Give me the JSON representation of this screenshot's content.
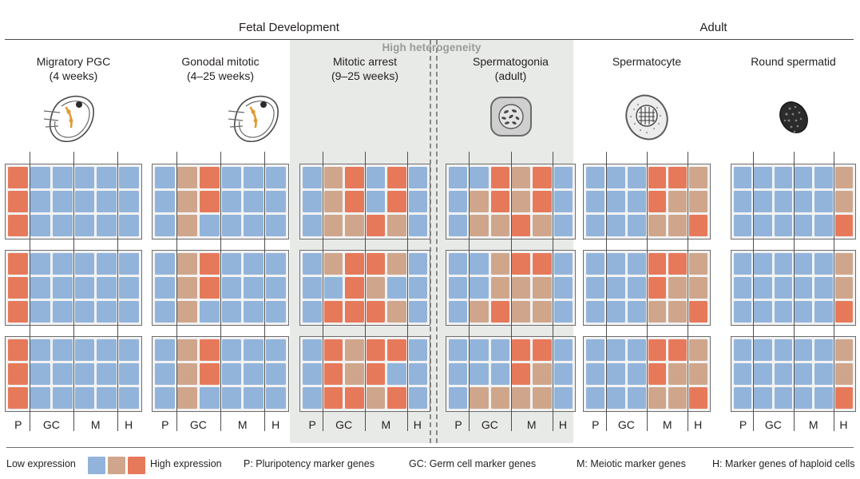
{
  "eras": [
    {
      "label": "Fetal Development"
    },
    {
      "label": "Adult"
    }
  ],
  "heterogeneity_note": "High heterogeneity",
  "stages": [
    {
      "name": "Migratory PGC",
      "detail": "(4 weeks)",
      "icon": "embryo-icon"
    },
    {
      "name": "Gonodal mitotic",
      "detail": "(4–25 weeks)",
      "icon": "embryo-icon"
    },
    {
      "name": "Mitotic arrest",
      "detail": "(9–25 weeks)",
      "icon": "none"
    },
    {
      "name": "Spermatogonia",
      "detail": "(adult)",
      "icon": "spermatogonia-cell-icon"
    },
    {
      "name": "Spermatocyte",
      "detail": "",
      "icon": "spermatocyte-cell-icon"
    },
    {
      "name": "Round spermatid",
      "detail": "",
      "icon": "round-spermatid-cell-icon"
    }
  ],
  "axis_labels": [
    "P",
    "GC",
    "M",
    "H"
  ],
  "colors": {
    "low": "#92b4db",
    "mid": "#cfa68b",
    "high": "#e7795b",
    "grid_border": "#6d6d6d",
    "grid_bg": "#f2f2f2",
    "band": "#e8eae7",
    "note": "#9a9a9a"
  },
  "legend": {
    "low_label": "Low expression",
    "high_label": "High expression",
    "keys": [
      "P: Pluripotency marker genes",
      "GC: Germ cell marker genes",
      "M: Meiotic marker genes",
      "H: Marker genes of haploid cells"
    ]
  },
  "chart_data": {
    "type": "heatmap",
    "title": "",
    "xlabel": "",
    "ylabel": "",
    "legend_position": "bottom",
    "value_scale": [
      "low",
      "mid",
      "high"
    ],
    "column_groups": [
      {
        "label": "P",
        "columns": [
          0
        ]
      },
      {
        "label": "GC",
        "columns": [
          1,
          2
        ]
      },
      {
        "label": "M",
        "columns": [
          3,
          4
        ]
      },
      {
        "label": "H",
        "columns": [
          5
        ]
      }
    ],
    "replicate_blocks": 3,
    "rows_per_block": 3,
    "columns_per_block": 6,
    "panels": [
      {
        "stage": "Migratory PGC",
        "blocks": [
          [
            [
              "high",
              "low",
              "low",
              "low",
              "low",
              "low"
            ],
            [
              "high",
              "low",
              "low",
              "low",
              "low",
              "low"
            ],
            [
              "high",
              "low",
              "low",
              "low",
              "low",
              "low"
            ]
          ],
          [
            [
              "high",
              "low",
              "low",
              "low",
              "low",
              "low"
            ],
            [
              "high",
              "low",
              "low",
              "low",
              "low",
              "low"
            ],
            [
              "high",
              "low",
              "low",
              "low",
              "low",
              "low"
            ]
          ],
          [
            [
              "high",
              "low",
              "low",
              "low",
              "low",
              "low"
            ],
            [
              "high",
              "low",
              "low",
              "low",
              "low",
              "low"
            ],
            [
              "high",
              "low",
              "low",
              "low",
              "low",
              "low"
            ]
          ]
        ]
      },
      {
        "stage": "Gonodal mitotic",
        "blocks": [
          [
            [
              "low",
              "mid",
              "high",
              "low",
              "low",
              "low"
            ],
            [
              "low",
              "mid",
              "high",
              "low",
              "low",
              "low"
            ],
            [
              "low",
              "mid",
              "low",
              "low",
              "low",
              "low"
            ]
          ],
          [
            [
              "low",
              "mid",
              "high",
              "low",
              "low",
              "low"
            ],
            [
              "low",
              "mid",
              "high",
              "low",
              "low",
              "low"
            ],
            [
              "low",
              "mid",
              "low",
              "low",
              "low",
              "low"
            ]
          ],
          [
            [
              "low",
              "mid",
              "high",
              "low",
              "low",
              "low"
            ],
            [
              "low",
              "mid",
              "high",
              "low",
              "low",
              "low"
            ],
            [
              "low",
              "mid",
              "low",
              "low",
              "low",
              "low"
            ]
          ]
        ]
      },
      {
        "stage": "Mitotic arrest",
        "blocks": [
          [
            [
              "low",
              "mid",
              "high",
              "low",
              "high",
              "low"
            ],
            [
              "low",
              "mid",
              "high",
              "low",
              "high",
              "low"
            ],
            [
              "low",
              "mid",
              "mid",
              "high",
              "mid",
              "low"
            ]
          ],
          [
            [
              "low",
              "mid",
              "high",
              "high",
              "mid",
              "low"
            ],
            [
              "low",
              "low",
              "high",
              "mid",
              "low",
              "low"
            ],
            [
              "low",
              "high",
              "high",
              "high",
              "mid",
              "low"
            ]
          ],
          [
            [
              "low",
              "high",
              "mid",
              "high",
              "high",
              "low"
            ],
            [
              "low",
              "high",
              "mid",
              "high",
              "low",
              "low"
            ],
            [
              "low",
              "high",
              "high",
              "mid",
              "high",
              "low"
            ]
          ]
        ]
      },
      {
        "stage": "Spermatogonia",
        "blocks": [
          [
            [
              "low",
              "low",
              "high",
              "mid",
              "high",
              "low"
            ],
            [
              "low",
              "mid",
              "high",
              "mid",
              "high",
              "low"
            ],
            [
              "low",
              "mid",
              "mid",
              "high",
              "mid",
              "low"
            ]
          ],
          [
            [
              "low",
              "low",
              "mid",
              "high",
              "high",
              "low"
            ],
            [
              "low",
              "low",
              "mid",
              "mid",
              "mid",
              "low"
            ],
            [
              "low",
              "mid",
              "high",
              "mid",
              "mid",
              "low"
            ]
          ],
          [
            [
              "low",
              "low",
              "low",
              "high",
              "high",
              "low"
            ],
            [
              "low",
              "low",
              "low",
              "high",
              "mid",
              "low"
            ],
            [
              "low",
              "mid",
              "mid",
              "mid",
              "mid",
              "low"
            ]
          ]
        ]
      },
      {
        "stage": "Spermatocyte",
        "blocks": [
          [
            [
              "low",
              "low",
              "low",
              "high",
              "high",
              "mid"
            ],
            [
              "low",
              "low",
              "low",
              "high",
              "mid",
              "mid"
            ],
            [
              "low",
              "low",
              "low",
              "mid",
              "mid",
              "high"
            ]
          ],
          [
            [
              "low",
              "low",
              "low",
              "high",
              "high",
              "mid"
            ],
            [
              "low",
              "low",
              "low",
              "high",
              "mid",
              "mid"
            ],
            [
              "low",
              "low",
              "low",
              "mid",
              "mid",
              "high"
            ]
          ],
          [
            [
              "low",
              "low",
              "low",
              "high",
              "high",
              "mid"
            ],
            [
              "low",
              "low",
              "low",
              "high",
              "mid",
              "mid"
            ],
            [
              "low",
              "low",
              "low",
              "mid",
              "mid",
              "high"
            ]
          ]
        ]
      },
      {
        "stage": "Round spermatid",
        "blocks": [
          [
            [
              "low",
              "low",
              "low",
              "low",
              "low",
              "mid"
            ],
            [
              "low",
              "low",
              "low",
              "low",
              "low",
              "mid"
            ],
            [
              "low",
              "low",
              "low",
              "low",
              "low",
              "high"
            ]
          ],
          [
            [
              "low",
              "low",
              "low",
              "low",
              "low",
              "mid"
            ],
            [
              "low",
              "low",
              "low",
              "low",
              "low",
              "mid"
            ],
            [
              "low",
              "low",
              "low",
              "low",
              "low",
              "high"
            ]
          ],
          [
            [
              "low",
              "low",
              "low",
              "low",
              "low",
              "mid"
            ],
            [
              "low",
              "low",
              "low",
              "low",
              "low",
              "mid"
            ],
            [
              "low",
              "low",
              "low",
              "low",
              "low",
              "high"
            ]
          ]
        ]
      }
    ]
  }
}
